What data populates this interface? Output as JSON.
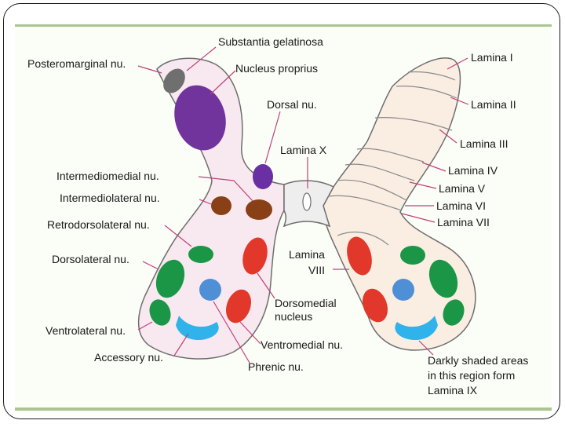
{
  "labels": {
    "substantia_gelatinosa": "Substantia gelatinosa",
    "posteromarginal": "Posteromarginal nu.",
    "nucleus_proprius": "Nucleus proprius",
    "dorsal": "Dorsal nu.",
    "lamina_x": "Lamina X",
    "intermediomedial": "Intermediomedial nu.",
    "intermediolateral": "Intermediolateral nu.",
    "retrodorsolateral": "Retrodorsolateral nu.",
    "dorsolateral": "Dorsolateral nu.",
    "ventrolateral": "Ventrolateral nu.",
    "accessory": "Accessory nu.",
    "phrenic": "Phrenic nu.",
    "ventromedial": "Ventromedial nu.",
    "dorsomedial_1": "Dorsomedial",
    "dorsomedial_2": "nucleus",
    "lamina_viii_1": "Lamina",
    "lamina_viii_2": "VIII",
    "lamina_i": "Lamina I",
    "lamina_ii": "Lamina II",
    "lamina_iii": "Lamina III",
    "lamina_iv": "Lamina IV",
    "lamina_v": "Lamina V",
    "lamina_vi": "Lamina VI",
    "lamina_vii": "Lamina VII",
    "lamina_ix_1": "Darkly shaded areas",
    "lamina_ix_2": "in this region form",
    "lamina_ix_3": "Lamina IX"
  },
  "colors": {
    "left_half_fill": "#f8e9f0",
    "right_half_fill": "#faeee3",
    "outline": "#6e6e6e",
    "leader_line": "#c0407a",
    "substantia_gelatinosa": "#6f6f6f",
    "nucleus_proprius": "#71339c",
    "dorsal_nucleus": "#6a2fa2",
    "brown_nuclei": "#8a4016",
    "motor_green": "#1a9646",
    "motor_red": "#e2382b",
    "phrenic_blue": "#4f8fd6",
    "accessory_cyan": "#30b2ea",
    "lamina_line": "#8a8a8a"
  }
}
